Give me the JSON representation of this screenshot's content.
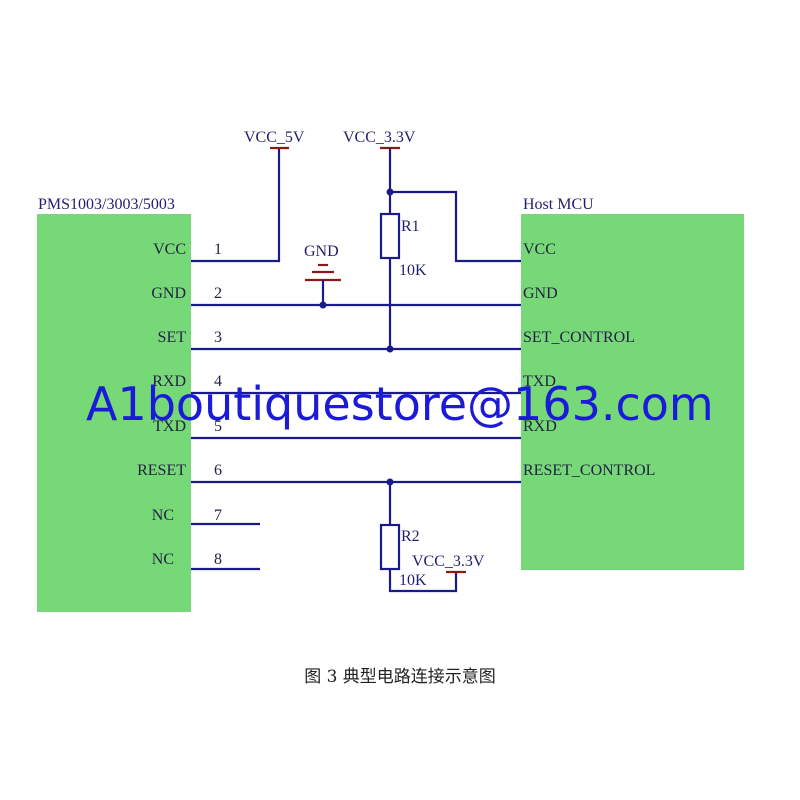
{
  "colors": {
    "chip_fill": "#77d877",
    "wire": "#1a1a8a",
    "power": "#8a1a1a",
    "watermark": "#1a1ad8"
  },
  "left_chip": {
    "title": "PMS1003/3003/5003",
    "pins": [
      {
        "name": "VCC",
        "num": "1"
      },
      {
        "name": "GND",
        "num": "2"
      },
      {
        "name": "SET",
        "num": "3"
      },
      {
        "name": "RXD",
        "num": "4"
      },
      {
        "name": "TXD",
        "num": "5"
      },
      {
        "name": "RESET",
        "num": "6"
      },
      {
        "name": "NC",
        "num": "7"
      },
      {
        "name": "NC",
        "num": "8"
      }
    ]
  },
  "right_chip": {
    "title": "Host MCU",
    "pins": [
      {
        "name": "VCC"
      },
      {
        "name": "GND"
      },
      {
        "name": "SET_CONTROL"
      },
      {
        "name": "TXD"
      },
      {
        "name": "RXD"
      },
      {
        "name": "RESET_CONTROL"
      }
    ]
  },
  "power": {
    "vcc5": "VCC_5V",
    "vcc33_top": "VCC_3.3V",
    "vcc33_bottom": "VCC_3.3V",
    "gnd": "GND"
  },
  "resistors": {
    "r1": {
      "ref": "R1",
      "value": "10K"
    },
    "r2": {
      "ref": "R2",
      "value": "10K"
    }
  },
  "caption": "图 3  典型电路连接示意图",
  "watermark": "A1boutiquestore@163.com"
}
